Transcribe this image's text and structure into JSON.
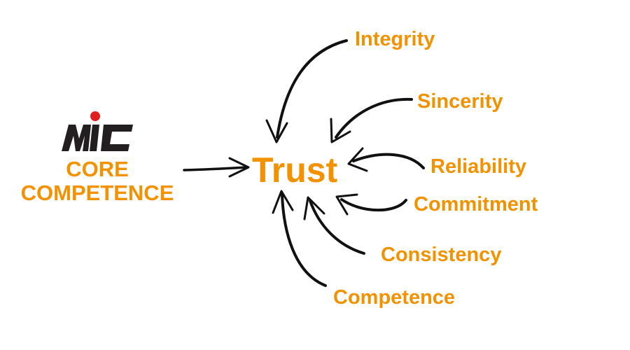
{
  "colors": {
    "accent": "#f39200",
    "ink": "#111111",
    "logo_dark": "#231f20",
    "logo_red": "#e02020"
  },
  "logo": {
    "text": "MIC"
  },
  "left": {
    "line1": "CORE",
    "line2": "COMPETENCE"
  },
  "center": {
    "label": "Trust"
  },
  "traits": [
    "Integrity",
    "Sincerity",
    "Reliability",
    "Commitment",
    "Consistency",
    "Competence"
  ]
}
